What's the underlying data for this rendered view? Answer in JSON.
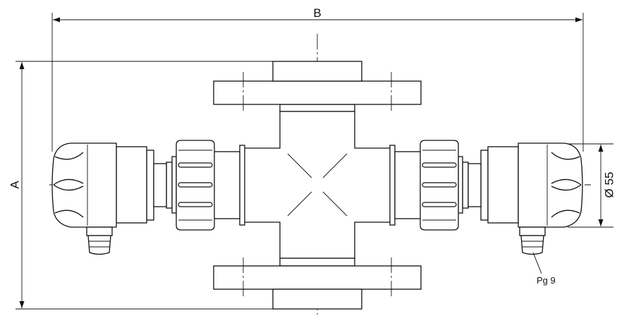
{
  "diagram": {
    "dimension_b": "B",
    "dimension_a": "A",
    "diameter_label": "Ø 55",
    "thread_label": "Pg 9"
  }
}
